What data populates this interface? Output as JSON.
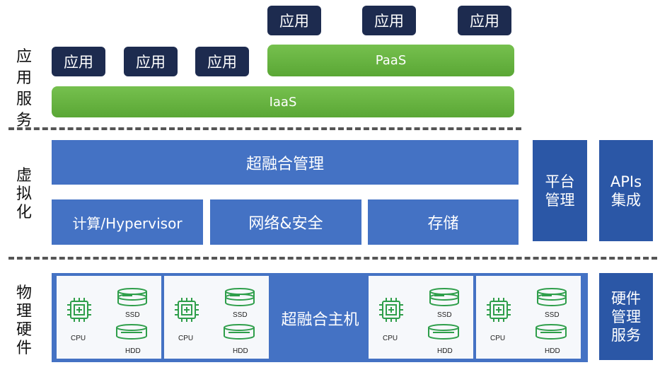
{
  "left_labels": {
    "app_services": "应用\n服务",
    "virtualization": "虚\n拟\n化",
    "physical_hardware": "物\n理\n硬\n件"
  },
  "app_layer": {
    "apps_top": [
      "应用",
      "应用",
      "应用"
    ],
    "apps_bottom": [
      "应用",
      "应用",
      "应用"
    ],
    "paas": "PaaS",
    "iaas": "IaaS"
  },
  "virt_layer": {
    "mgmt": "超融合管理",
    "compute": "计算/Hypervisor",
    "network": "网络&安全",
    "storage": "存储"
  },
  "right_blocks": {
    "platform_mgmt": "平台\n管理",
    "apis": "APIs\n集成",
    "hw_mgmt": "硬件\n管理\n服务"
  },
  "hardware": {
    "title": "超融合主机",
    "cpu_label": "CPU",
    "ssd_label": "SSD",
    "hdd_label": "HDD"
  },
  "colors": {
    "app_navy": "#1d2b4f",
    "green": "#6ab443",
    "blue": "#4472c4",
    "dark_blue": "#2b57a6",
    "chip_green": "#2e9e4a"
  }
}
